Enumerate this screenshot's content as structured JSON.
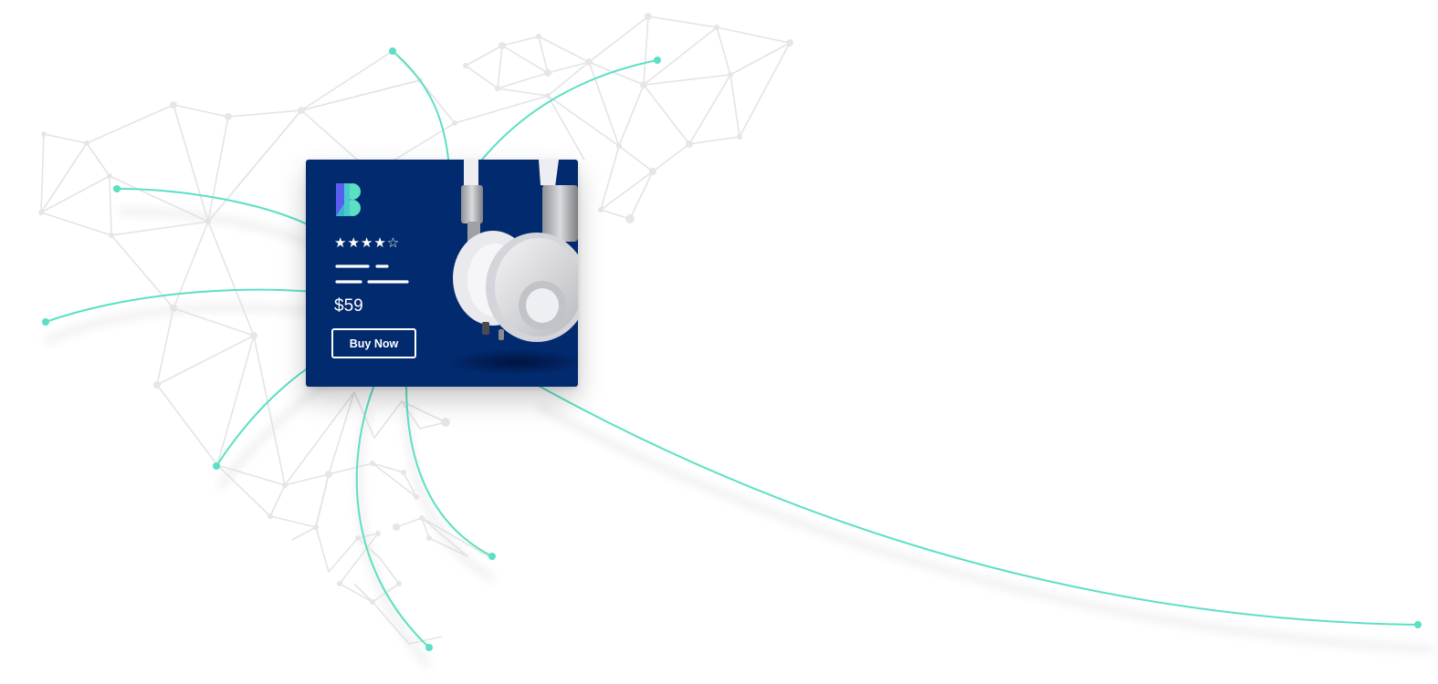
{
  "product_card": {
    "rating_stars": "★★★★☆",
    "rating_value": 4,
    "rating_max": 5,
    "price": "$59",
    "buy_button_label": "Buy Now",
    "image": "headphones",
    "logo": "b-logo"
  },
  "colors": {
    "card_background": "#022a6e",
    "accent_teal": "#5ce0c4",
    "network_gray": "#e3e3e3",
    "text": "#ffffff"
  }
}
